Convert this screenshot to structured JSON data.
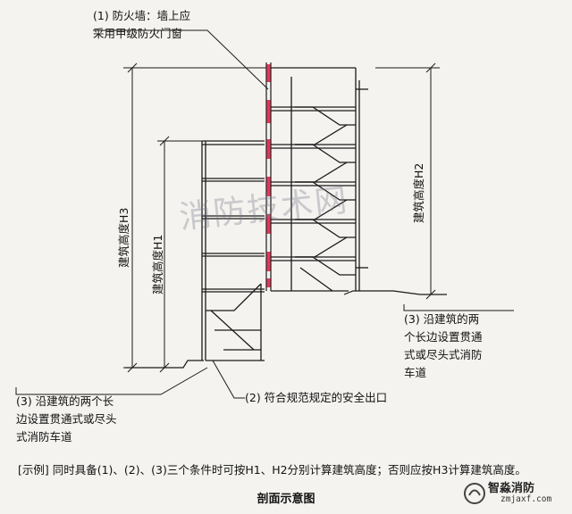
{
  "notes": {
    "firewall_line1": "(1) 防火墙：墙上应",
    "firewall_line2": "采用甲级防火门窗",
    "right_fire_lane_line1": "(3) 沿建筑的两",
    "right_fire_lane_line2": "个长边设置贯通",
    "right_fire_lane_line3": "式或尽头式消防",
    "right_fire_lane_line4": "车道",
    "left_fire_lane_line1": "(3) 沿建筑的两个长",
    "left_fire_lane_line2": "边设置贯通式或尽头",
    "left_fire_lane_line3": "式消防车道",
    "safety_exit": "(2) 符合规范规定的安全出口"
  },
  "dimensions": {
    "h3_label": "建筑高度H3",
    "h1_label": "建筑高度H1",
    "h2_label": "建筑高度H2"
  },
  "caption": {
    "example": "[示例] 同时具备(1)、(2)、(3)三个条件时可按H1、H2分别计算建筑高度；否则应按H3计算建筑高度。",
    "title": "剖面示意图"
  },
  "watermark": "消防技术网",
  "logo": {
    "name": "智淼消防",
    "url": "zmjaxf.com"
  },
  "colors": {
    "firewall": "#e0395a",
    "line": "#1a1a1a",
    "background": "#f4f3ef"
  }
}
